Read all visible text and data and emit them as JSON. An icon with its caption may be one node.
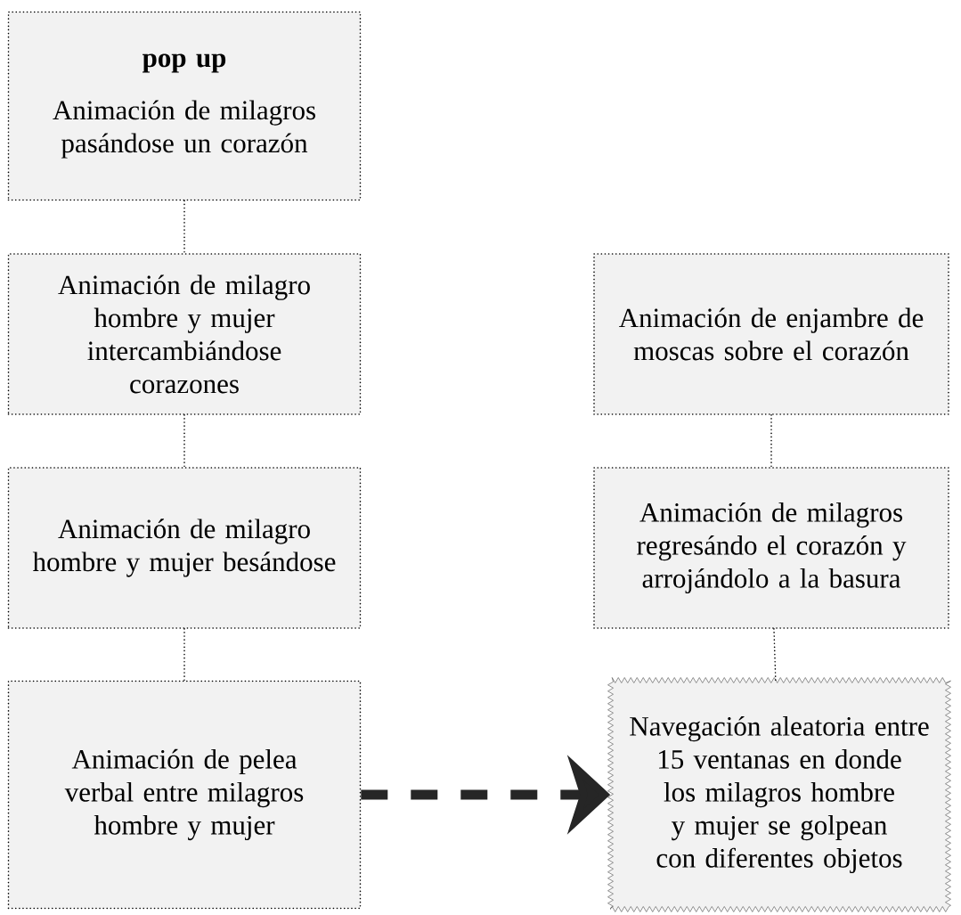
{
  "diagram": {
    "nodes": [
      {
        "text": [
          "pop up",
          "Animación de milagros pasándose un corazón"
        ]
      },
      {
        "text": [
          "Animación de milagro hombre y mujer intercambiándose corazones"
        ]
      },
      {
        "text": [
          "Animación de milagro hombre y mujer besándose"
        ]
      },
      {
        "text": [
          "Animación de pelea verbal entre milagros hombre y mujer"
        ]
      },
      {
        "text": [
          "Animación de enjambre de moscas sobre el corazón"
        ]
      },
      {
        "text": [
          "Animación de milagros regresándo el corazón y arrojándolo a la basura"
        ]
      },
      {
        "text": [
          "Navegación aleatoria entre 15 ventanas en donde los milagros hombre y mujer se golpean con diferentes objetos"
        ]
      }
    ],
    "edges": [
      {
        "from": 0,
        "to": 1,
        "arrow": "none"
      },
      {
        "from": 1,
        "to": 2,
        "arrow": "none"
      },
      {
        "from": 2,
        "to": 3,
        "arrow": "none"
      },
      {
        "from": 4,
        "to": 5,
        "arrow": "none"
      },
      {
        "from": 5,
        "to": 6,
        "arrow": "none"
      },
      {
        "from": 3,
        "to": 6,
        "arrow": "to",
        "style": "dashed"
      }
    ]
  }
}
